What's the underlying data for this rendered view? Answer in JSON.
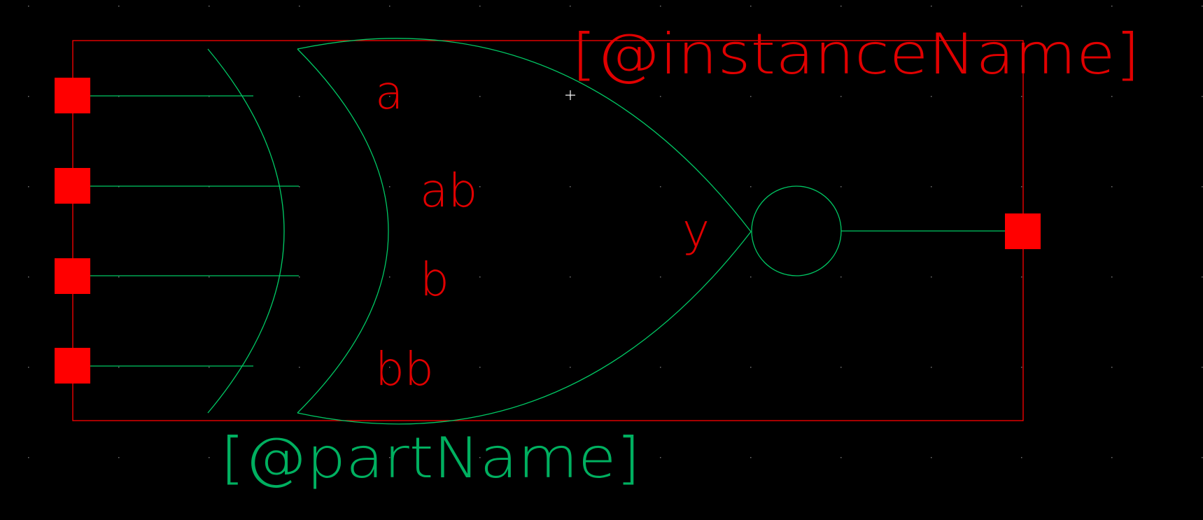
{
  "colors": {
    "background": "#000000",
    "boundary": "#ff0000",
    "shape": "#00c864",
    "pin": "#ff0000",
    "pin_label": "#e00000",
    "instance_label": "#e00000",
    "part_label": "#00b060",
    "grid_dot": "#707070",
    "cursor": "#ffffff"
  },
  "symbol": {
    "gate": "xnor",
    "instance_name": "[@instanceName]",
    "part_name": "[@partName]",
    "pins": [
      {
        "name": "a",
        "direction": "input"
      },
      {
        "name": "ab",
        "direction": "input"
      },
      {
        "name": "b",
        "direction": "input"
      },
      {
        "name": "bb",
        "direction": "input"
      },
      {
        "name": "y",
        "direction": "output"
      }
    ]
  }
}
